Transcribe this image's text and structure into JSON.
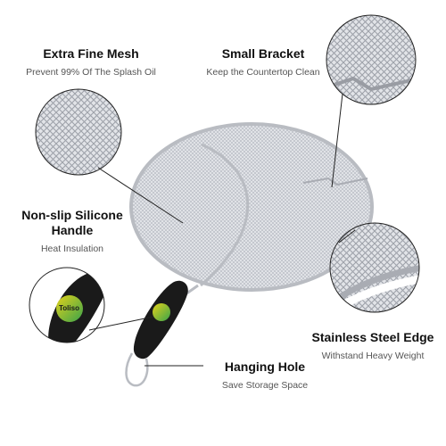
{
  "callouts": {
    "extra_fine_mesh": {
      "title": "Extra Fine Mesh",
      "subtitle": "Prevent 99% Of The Splash Oil"
    },
    "small_bracket": {
      "title": "Small Bracket",
      "subtitle": "Keep the Countertop Clean"
    },
    "non_slip_handle": {
      "title": "Non-slip Silicone\nHandle",
      "subtitle": "Heat Insulation"
    },
    "stainless_edge": {
      "title": "Stainless Steel Edge",
      "subtitle": "Withstand Heavy Weight"
    },
    "hanging_hole": {
      "title": "Hanging Hole",
      "subtitle": "Save Storage Space"
    }
  },
  "brand": {
    "logo_text": "Toliso"
  },
  "colors": {
    "mesh": "#d9dbe0",
    "rim": "#b9bcc2",
    "handle": "#1a1a1a",
    "logo_green": "#3aa34a",
    "logo_yellow": "#e3d21b",
    "leader_line": "#222222"
  },
  "icons": [
    "mesh-closeup-icon",
    "bracket-closeup-icon",
    "handle-closeup-icon",
    "rim-closeup-icon"
  ]
}
